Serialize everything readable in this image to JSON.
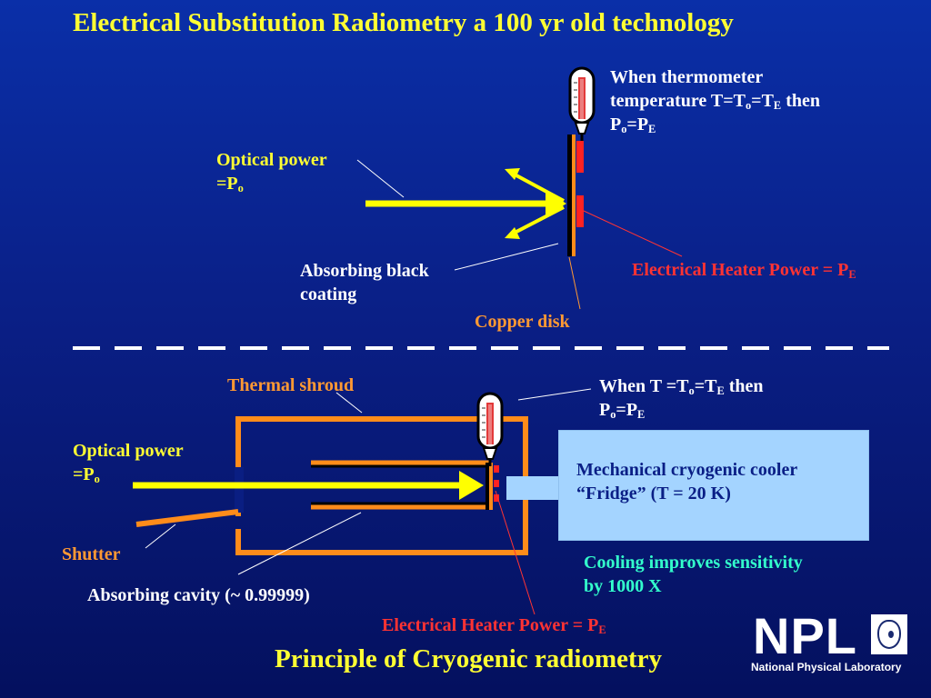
{
  "title": "Electrical Substitution Radiometry a 100 yr old technology",
  "subtitle": "Principle of Cryogenic radiometry",
  "top": {
    "note_line1": "When thermometer",
    "note_line2_pre": "temperature T=T",
    "note_sub_o": "o",
    "note_eq": "=T",
    "note_sub_e": "E",
    "note_then": " then",
    "note_line3_p": "P",
    "note_line3_eq": "=P",
    "optical_line1": "Optical power",
    "optical_line2": "=P",
    "optical_sub": "o",
    "absorbing_line1": "Absorbing black",
    "absorbing_line2": "coating",
    "heater_label": "Electrical Heater Power = P",
    "heater_sub": "E",
    "copper_label": "Copper disk"
  },
  "bottom": {
    "shroud_label": "Thermal shroud",
    "note_line1_pre": "When T =T",
    "note_sub_o": "o",
    "note_eq": "=T",
    "note_sub_e": "E",
    "note_then": " then",
    "note_line2_p": "P",
    "note_line2_eq": "=P",
    "optical_line1": "Optical power",
    "optical_line2": "=P",
    "optical_sub": "o",
    "shutter_label": "Shutter",
    "cavity_label": "Absorbing cavity (~ 0.99999)",
    "heater_label": "Electrical Heater Power = P",
    "heater_sub": "E",
    "cooler_line1": "Mechanical cryogenic cooler",
    "cooler_line2": "“Fridge” (T = 20 K)",
    "sensitivity_line1": "Cooling improves sensitivity",
    "sensitivity_line2": "by 1000 X"
  },
  "logo": {
    "letters": "NPL",
    "caption": "National Physical Laboratory"
  },
  "colors": {
    "title": "#ffff33",
    "labels_white": "#ffffff",
    "labels_orange": "#ff9933",
    "labels_red": "#ff3333",
    "labels_cyan": "#33ffcc",
    "beam": "#ffff00",
    "copper": "#ff8c1a",
    "heater": "#ff2222",
    "cooler_box": "#a4d4ff"
  },
  "icons": {
    "thermometer": "thermometer-icon",
    "crest": "npl-crest-icon"
  }
}
